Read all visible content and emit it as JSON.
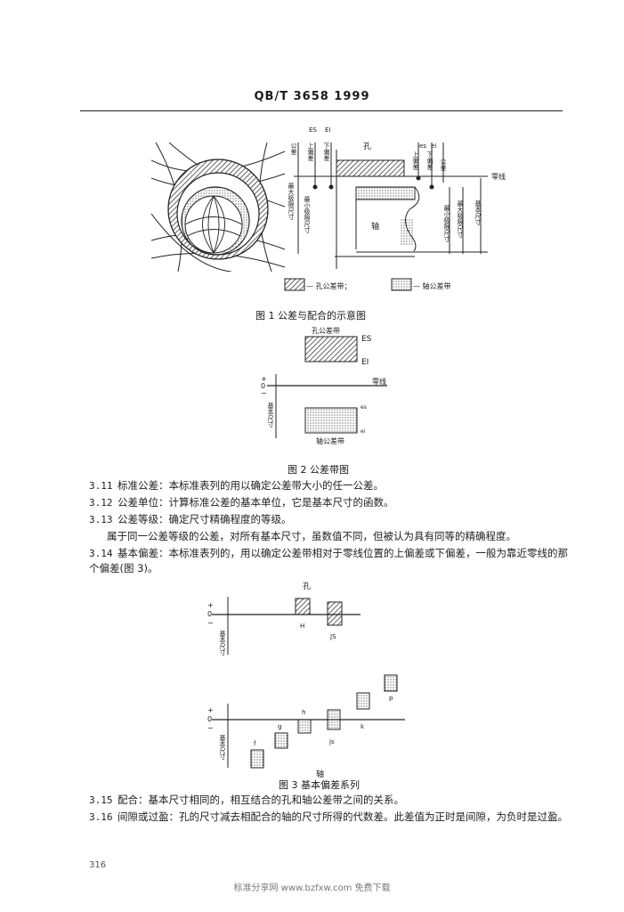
{
  "header": {
    "standard_code": "QB/T 3658  1999"
  },
  "figure1": {
    "hole_label": "孔",
    "shaft_label": "轴",
    "zero_line": "零线",
    "tolerance": "公差",
    "upper_deviation": "上偏差",
    "lower_deviation": "下偏差",
    "es_label": "ES",
    "ei_label": "EI",
    "es_small": "es",
    "ei_small": "ei",
    "tol_small": "公差",
    "max_hole_size": "最大极限尺寸",
    "min_hole_size": "最小极限尺寸",
    "min_shaft_size": "最小极限尺寸",
    "max_shaft_size": "最大极限尺寸",
    "basic_size": "基本尺寸",
    "legend_hole": "— 孔公差带；",
    "legend_shaft": "— 轴公差带",
    "caption": "图 1   公差与配合的示意图"
  },
  "figure2": {
    "hole_zone": "孔公差带",
    "es": "ES",
    "ei": "EI",
    "zero_line": "零线",
    "plus": "+",
    "zero": "0",
    "minus": "−",
    "basic_size": "基本尺寸",
    "es_small": "es",
    "ei_small": "ei",
    "shaft_zone": "轴公差带",
    "caption": "图 2   公差带图"
  },
  "sections": [
    {
      "no": "3.11",
      "text": "标准公差：本标准表列的用以确定公差带大小的任一公差。"
    },
    {
      "no": "3.12",
      "text": "公差单位：计算标准公差的基本单位，它是基本尺寸的函数。"
    },
    {
      "no": "3.13",
      "text": "公差等级：确定尺寸精确程度的等级。"
    },
    {
      "no": "",
      "text": "属于同一公差等级的公差，对所有基本尺寸，虽数值不同，但被认为具有同等的精确程度。"
    },
    {
      "no": "3.14",
      "text": "基本偏差：本标准表列的，用以确定公差带相对于零线位置的上偏差或下偏差，一般为靠近零线的那个偏差(图 3)。"
    }
  ],
  "figure3": {
    "hole": "孔",
    "shaft": "轴",
    "basic_size": "基本尺寸",
    "plus": "+",
    "zero": "0",
    "minus": "−",
    "hole_labels": [
      "H",
      "JS"
    ],
    "shaft_labels": [
      "f",
      "g",
      "h",
      "js",
      "k",
      "p"
    ],
    "caption": "图 3   基本偏差系列"
  },
  "sections2": [
    {
      "no": "3.15",
      "text": "配合：基本尺寸相同的，相互结合的孔和轴公差带之间的关系。"
    },
    {
      "no": "3.16",
      "text": "间隙或过盈：孔的尺寸减去相配合的轴的尺寸所得的代数差。此差值为正时是间隙，为负时是过盈。"
    }
  ],
  "page_number": "316",
  "footer": "标准分享网 www.bzfxw.com 免费下载"
}
